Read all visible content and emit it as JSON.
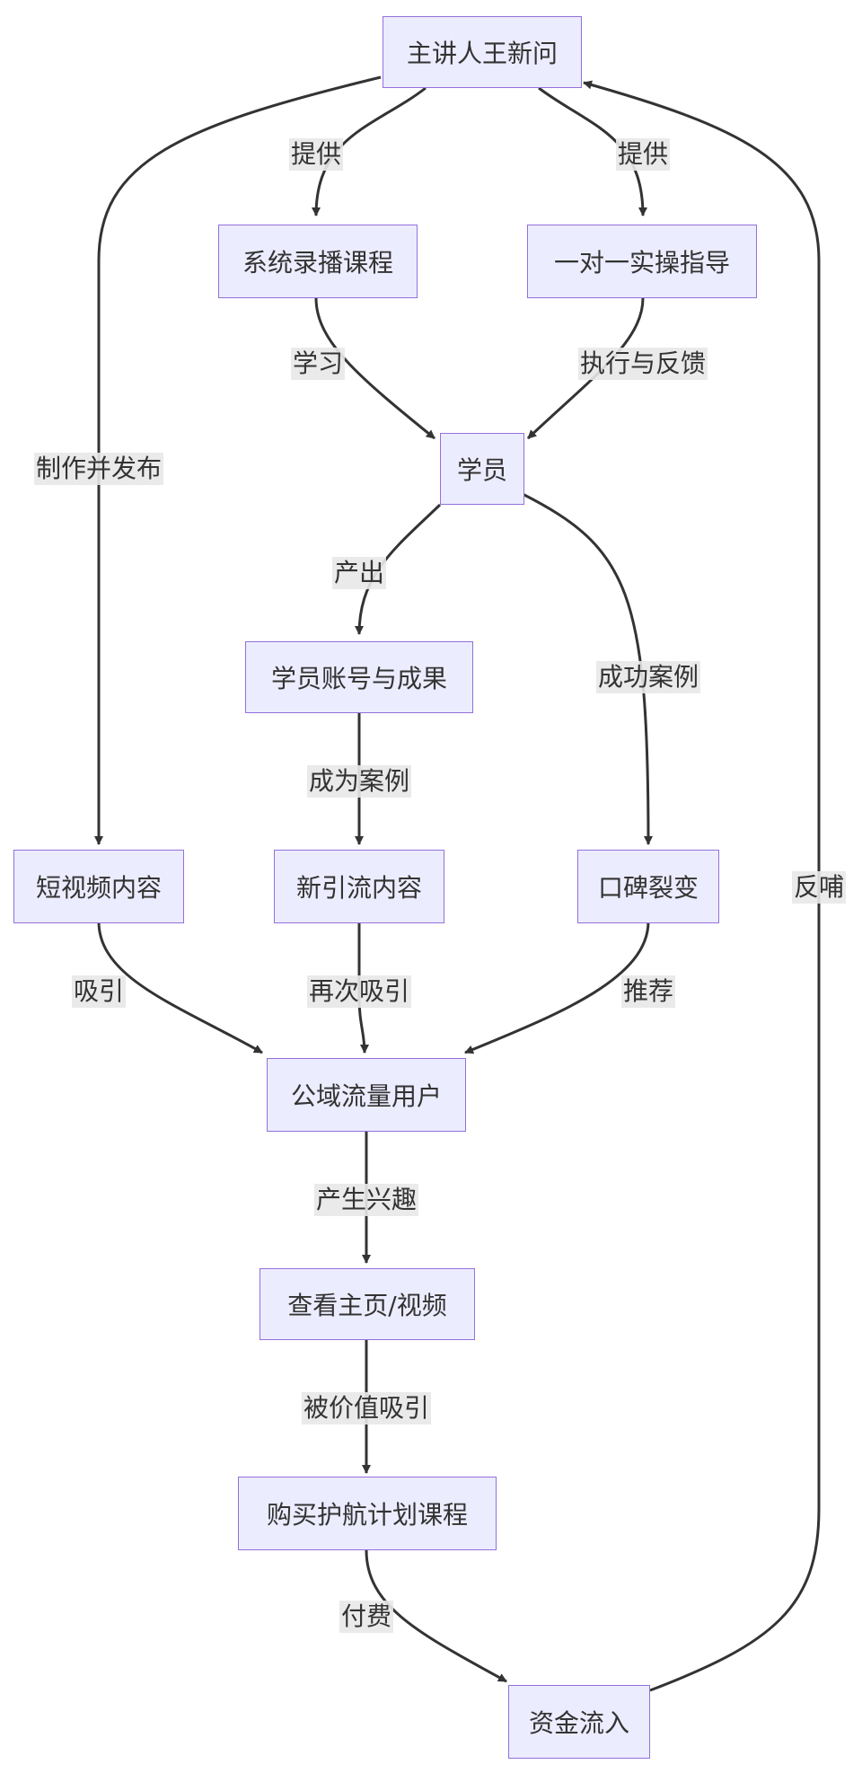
{
  "nodes": {
    "speaker": "主讲人王新问",
    "recorded": "系统录播课程",
    "oneonone": "一对一实操指导",
    "student": "学员",
    "results": "学员账号与成果",
    "shortvideo": "短视频内容",
    "newcontent": "新引流内容",
    "wordofmouth": "口碑裂变",
    "publicusers": "公域流量用户",
    "viewpage": "查看主页/视频",
    "buycourse": "购买护航计划课程",
    "funds": "资金流入"
  },
  "edges": {
    "provide1": "提供",
    "provide2": "提供",
    "learn": "学习",
    "execute": "执行与反馈",
    "produce": "产出",
    "success": "成功案例",
    "makepublish": "制作并发布",
    "becomecase": "成为案例",
    "attract": "吸引",
    "reattract": "再次吸引",
    "recommend": "推荐",
    "interest": "产生兴趣",
    "valueattract": "被价值吸引",
    "pay": "付费",
    "feedback": "反哺"
  },
  "colors": {
    "node_fill": "#ECECFF",
    "node_border": "#9370DB",
    "line": "#333333",
    "label_bg": "#E8E8E8"
  }
}
